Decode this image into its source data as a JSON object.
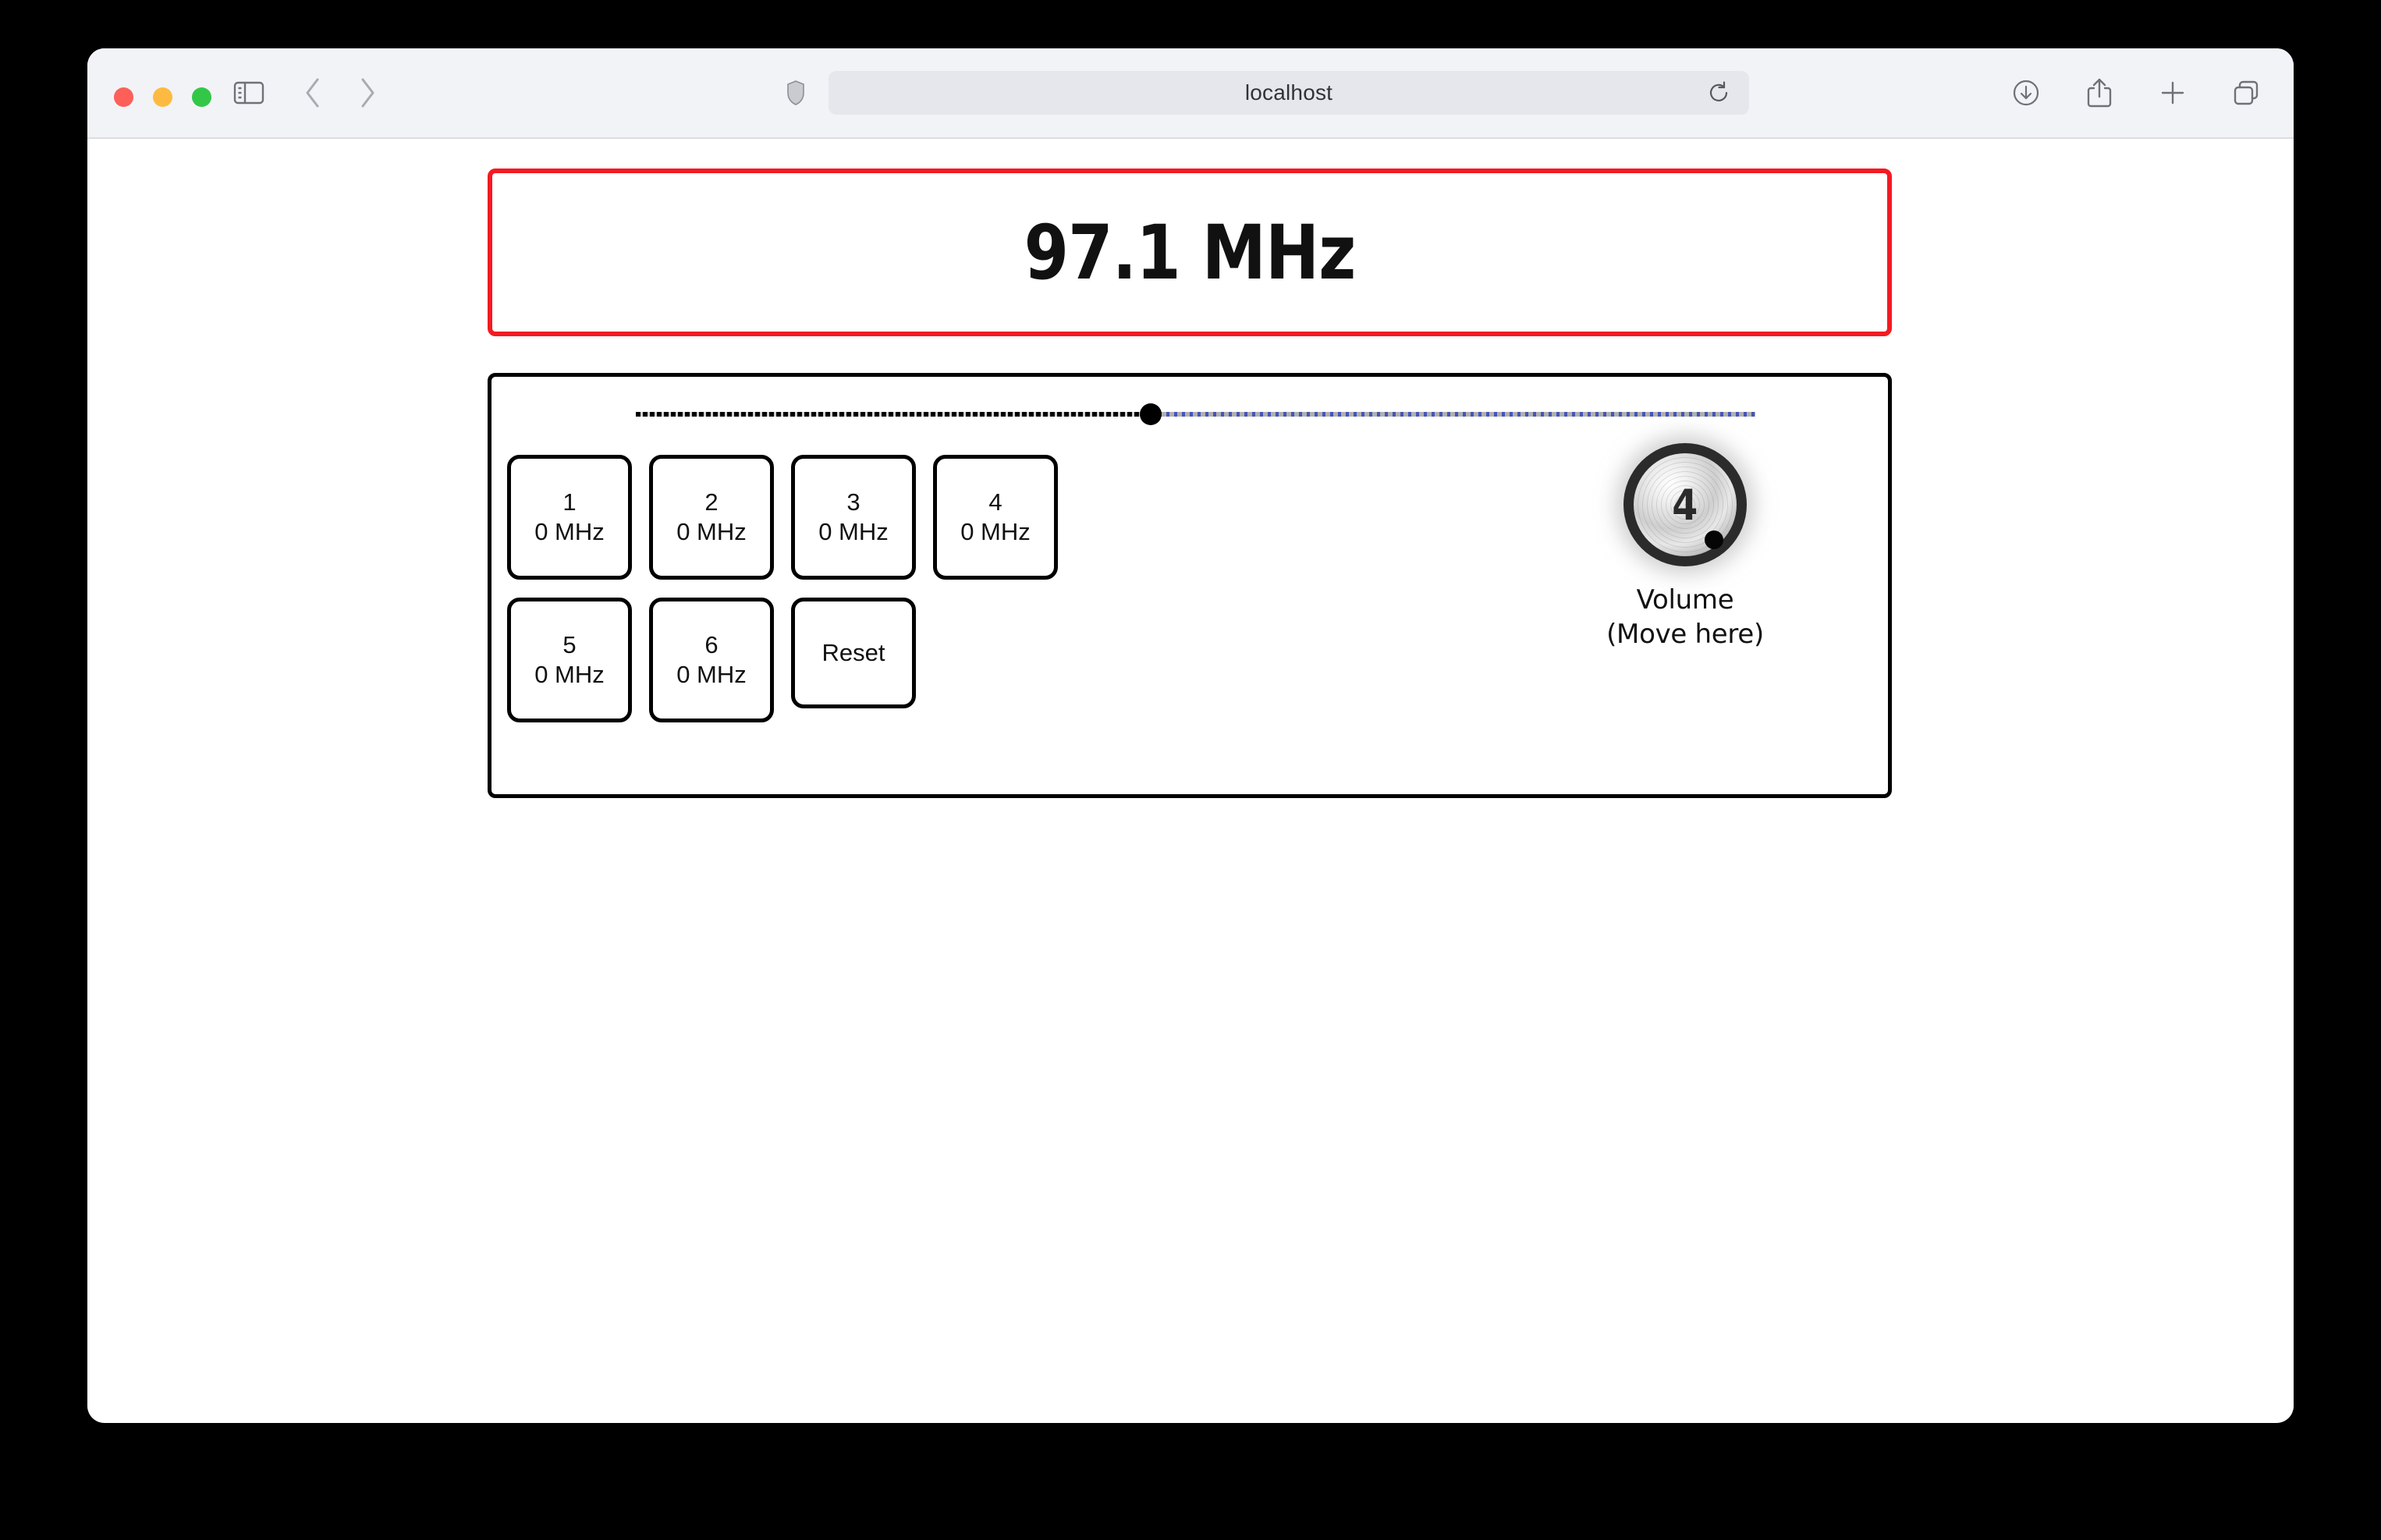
{
  "browser": {
    "url": "localhost",
    "traffic_lights": [
      "close",
      "minimize",
      "maximize"
    ],
    "icons": {
      "sidebar": "sidebar-icon",
      "back": "chevron-left-icon",
      "forward": "chevron-right-icon",
      "shield": "shield-icon",
      "reload": "reload-icon",
      "downloads": "downloads-icon",
      "share": "share-icon",
      "new_tab": "plus-icon",
      "tab_overview": "tab-overview-icon"
    }
  },
  "radio": {
    "display": {
      "frequency": "97.1 MHz",
      "border_color": "#f41a22"
    },
    "tuner": {
      "position_percent": 46,
      "track_left_color": "#000000",
      "track_right_color": "#4556b8",
      "thumb_color": "#000000"
    },
    "presets": [
      {
        "number": "1",
        "frequency": "0 MHz"
      },
      {
        "number": "2",
        "frequency": "0 MHz"
      },
      {
        "number": "3",
        "frequency": "0 MHz"
      },
      {
        "number": "4",
        "frequency": "0 MHz"
      },
      {
        "number": "5",
        "frequency": "0 MHz"
      },
      {
        "number": "6",
        "frequency": "0 MHz"
      }
    ],
    "reset_label": "Reset",
    "volume": {
      "value": "4",
      "label_line1": "Volume",
      "label_line2": "(Move here)"
    }
  }
}
